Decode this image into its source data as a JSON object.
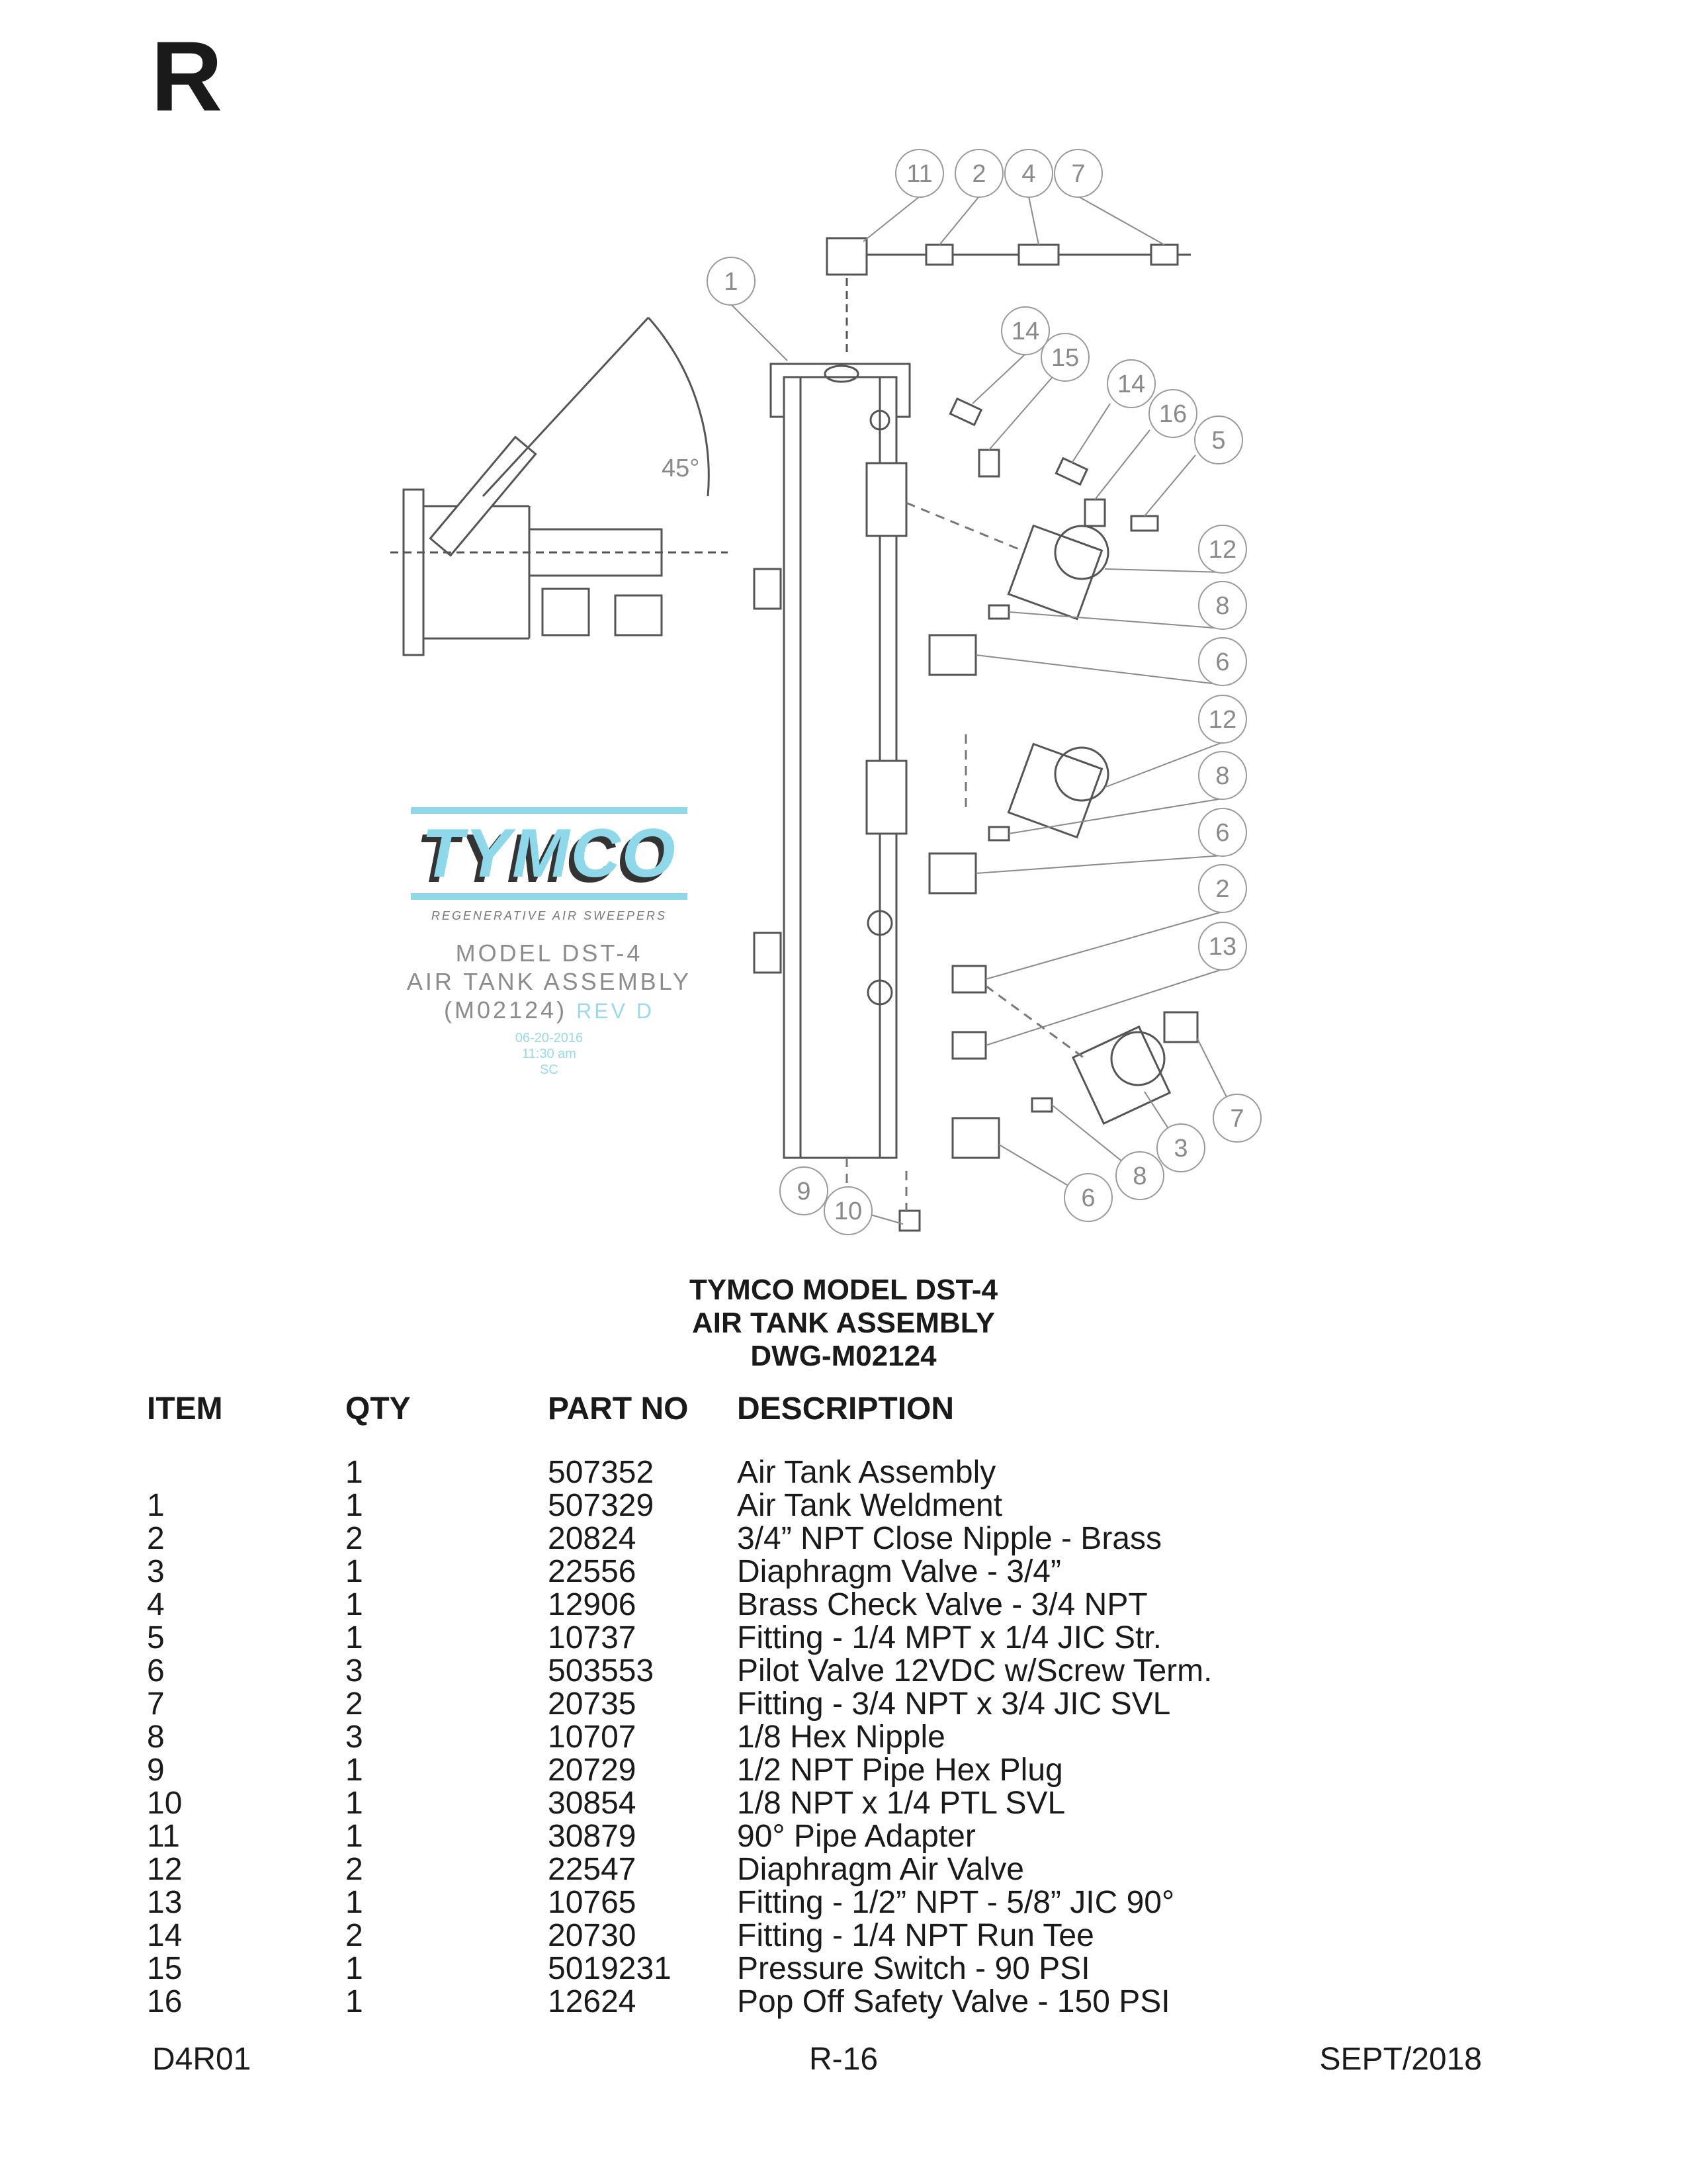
{
  "section_letter": "R",
  "callouts": [
    "11",
    "2",
    "4",
    "7",
    "1",
    "14",
    "15",
    "14",
    "16",
    "5",
    "12",
    "8",
    "6",
    "12",
    "8",
    "6",
    "2",
    "13",
    "7",
    "3",
    "8",
    "6",
    "9",
    "10"
  ],
  "angle_label": "45°",
  "logo": {
    "brand": "TYMCO",
    "tagline": "REGENERATIVE AIR SWEEPERS",
    "model_line1": "MODEL DST-4",
    "model_line2": "AIR TANK ASSEMBLY",
    "model_line3": "(M02124)",
    "rev": "REV D",
    "stamp_date": "06-20-2016",
    "stamp_time": "11:30 am",
    "stamp_initials": "SC"
  },
  "title": {
    "line1": "TYMCO MODEL DST-4",
    "line2": "AIR TANK ASSEMBLY",
    "line3": "DWG-M02124"
  },
  "table": {
    "headers": {
      "item": "ITEM",
      "qty": "QTY",
      "part": "PART NO",
      "desc": "DESCRIPTION"
    },
    "rows": [
      {
        "item": "",
        "qty": "1",
        "part": "507352",
        "desc": "Air Tank Assembly"
      },
      {
        "item": "1",
        "qty": "1",
        "part": "507329",
        "desc": "Air Tank Weldment"
      },
      {
        "item": "2",
        "qty": "2",
        "part": "20824",
        "desc": "3/4” NPT Close Nipple - Brass"
      },
      {
        "item": "3",
        "qty": "1",
        "part": "22556",
        "desc": "Diaphragm Valve - 3/4”"
      },
      {
        "item": "4",
        "qty": "1",
        "part": "12906",
        "desc": "Brass Check Valve - 3/4 NPT"
      },
      {
        "item": "5",
        "qty": "1",
        "part": "10737",
        "desc": "Fitting - 1/4 MPT x 1/4 JIC Str."
      },
      {
        "item": "6",
        "qty": "3",
        "part": "503553",
        "desc": "Pilot Valve 12VDC w/Screw Term."
      },
      {
        "item": "7",
        "qty": "2",
        "part": "20735",
        "desc": "Fitting - 3/4 NPT x 3/4 JIC SVL"
      },
      {
        "item": "8",
        "qty": "3",
        "part": "10707",
        "desc": "1/8 Hex Nipple"
      },
      {
        "item": "9",
        "qty": "1",
        "part": "20729",
        "desc": "1/2 NPT Pipe Hex Plug"
      },
      {
        "item": "10",
        "qty": "1",
        "part": "30854",
        "desc": "1/8 NPT x 1/4 PTL SVL"
      },
      {
        "item": "11",
        "qty": "1",
        "part": "30879",
        "desc": "90° Pipe Adapter"
      },
      {
        "item": "12",
        "qty": "2",
        "part": "22547",
        "desc": "Diaphragm Air Valve"
      },
      {
        "item": "13",
        "qty": "1",
        "part": "10765",
        "desc": "Fitting - 1/2” NPT - 5/8” JIC 90°"
      },
      {
        "item": "14",
        "qty": "2",
        "part": "20730",
        "desc": "Fitting - 1/4 NPT Run Tee"
      },
      {
        "item": "15",
        "qty": "1",
        "part": "5019231",
        "desc": "Pressure Switch - 90 PSI"
      },
      {
        "item": "16",
        "qty": "1",
        "part": "12624",
        "desc": "Pop Off Safety Valve - 150 PSI"
      }
    ]
  },
  "footer": {
    "left": "D4R01",
    "center": "R-16",
    "right": "SEPT/2018"
  }
}
